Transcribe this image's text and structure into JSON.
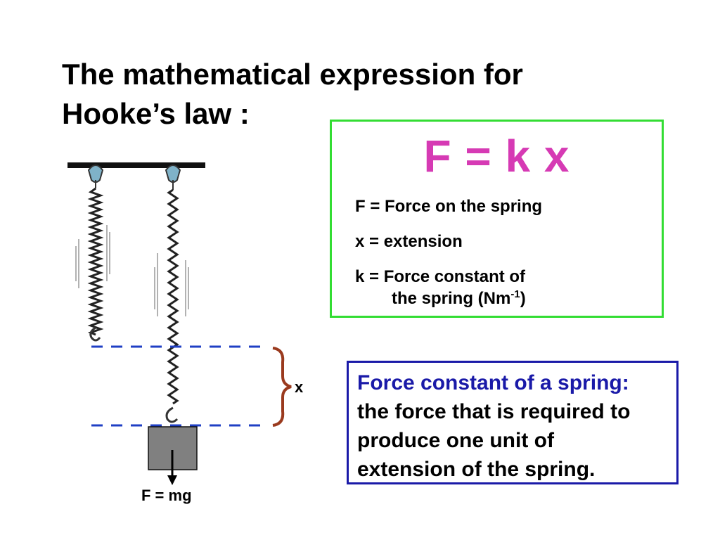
{
  "title": {
    "line1": "The mathematical expression for",
    "line2": "Hooke’s law :"
  },
  "formula_box": {
    "formula": "F = k x",
    "def_f": "F = Force on the spring",
    "def_x": "x = extension",
    "def_k_line1": "k = Force constant of",
    "def_k_line2_prefix": "the spring (Nm",
    "def_k_superscript": "-1",
    "def_k_line2_suffix": ")"
  },
  "definition_box": {
    "heading": "Force constant of a spring:",
    "line1": "the force that is required to",
    "line2": "produce one unit of",
    "line3": "extension of the spring."
  },
  "diagram": {
    "extension_label": "x",
    "weight_label": "F = mg"
  },
  "colors": {
    "formula": "#d63ab4",
    "formula_border": "#33dd33",
    "definition_border": "#1a1aa8",
    "definition_heading": "#1a1aa8",
    "dashed_lines": "#1f3fc4",
    "brace": "#9a3a1e",
    "mass_block": "#808080"
  }
}
